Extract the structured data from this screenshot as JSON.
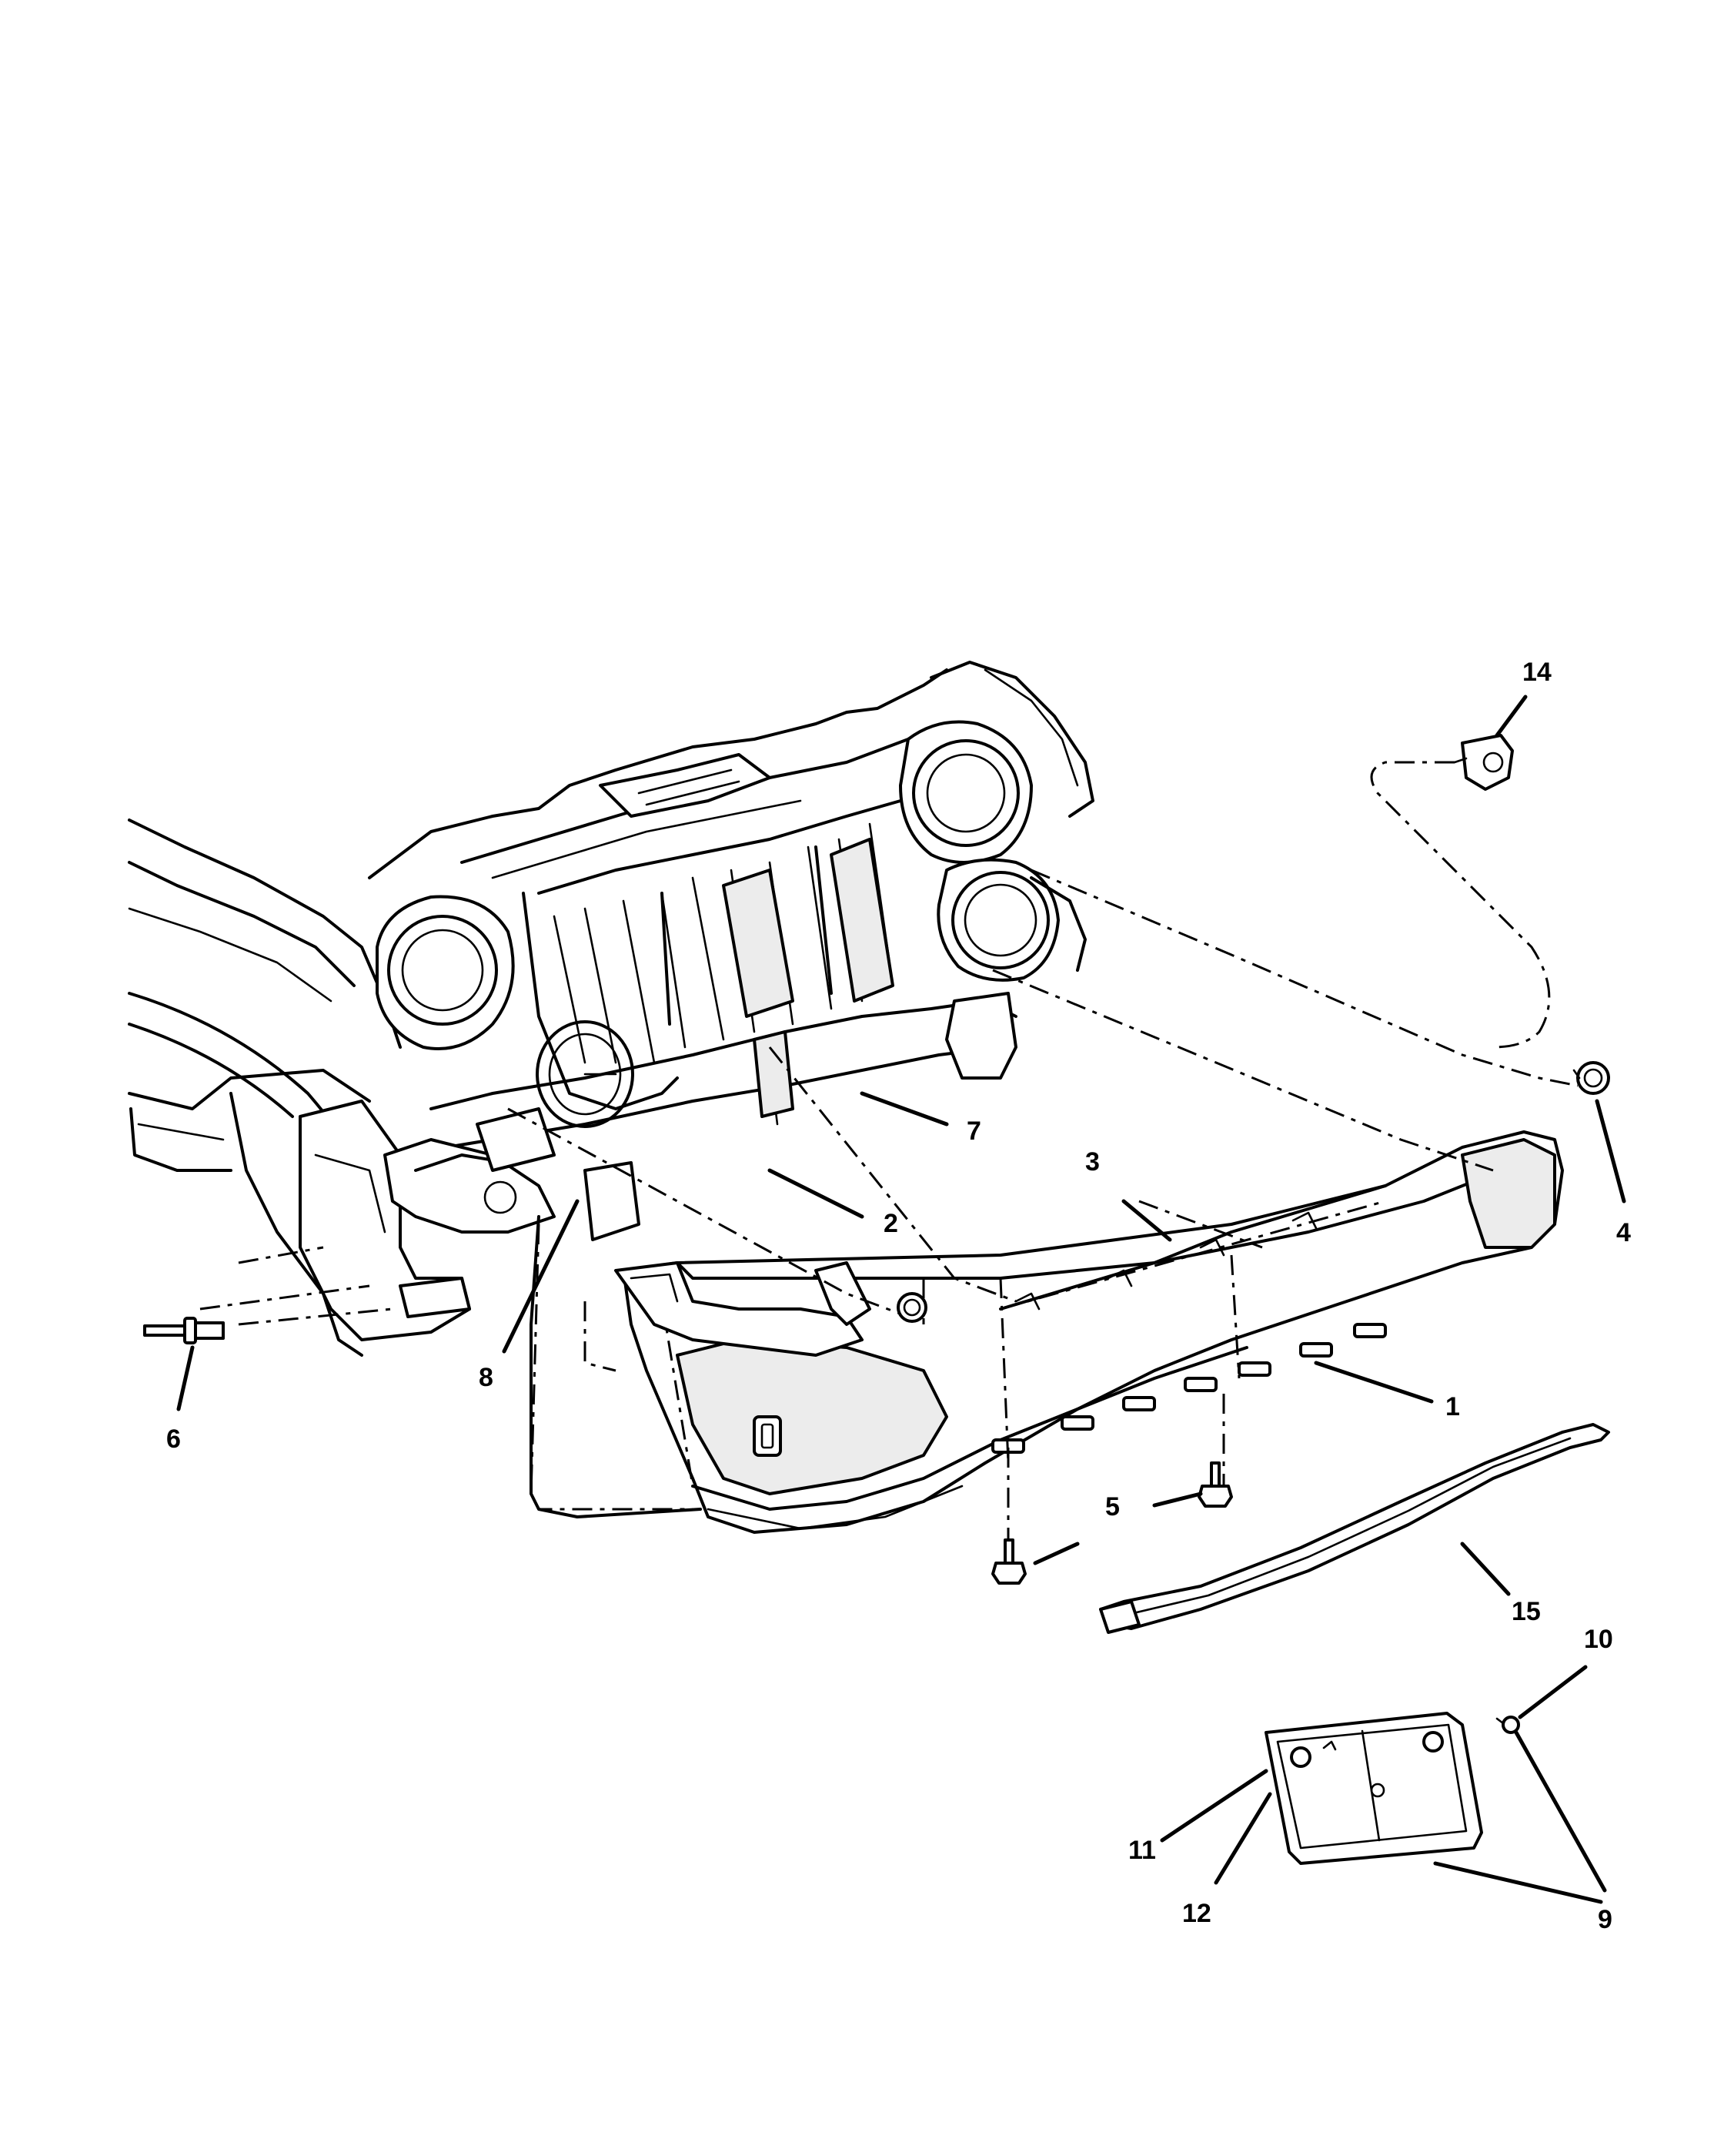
{
  "callouts": {
    "c1": "1",
    "c2": "2",
    "c3": "3",
    "c4": "4",
    "c5": "5",
    "c6": "6",
    "c7": "7",
    "c8": "8",
    "c9": "9",
    "c10": "10",
    "c11": "11",
    "c12": "12",
    "c14": "14",
    "c15": "15"
  }
}
